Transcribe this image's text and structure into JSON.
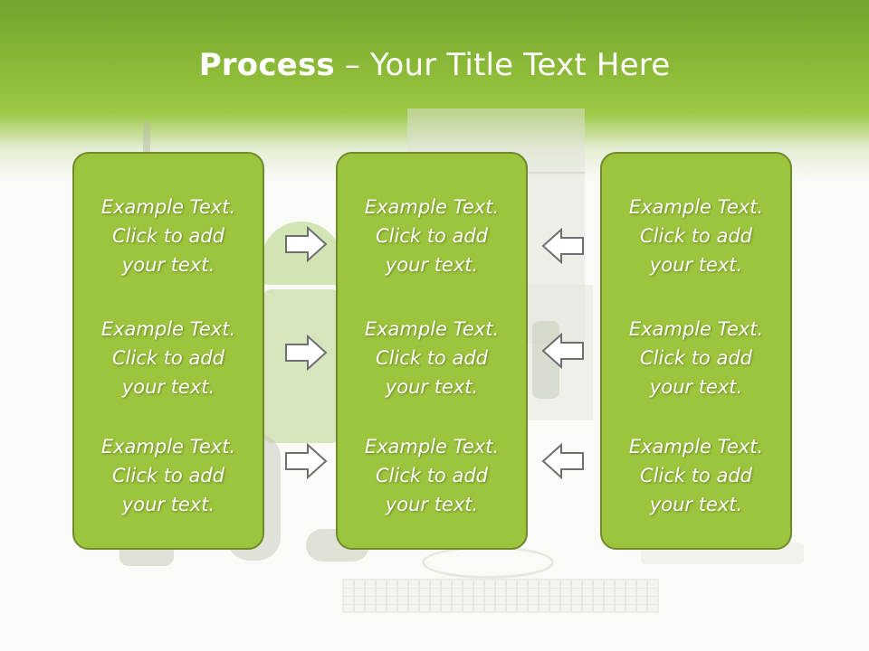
{
  "slide": {
    "title_bold": "Process",
    "title_rest": " – Your Title Text Here"
  },
  "columns": [
    {
      "items": [
        {
          "l1": "Example Text.",
          "l2": "Click  to add",
          "l3": "your text."
        },
        {
          "l1": "Example Text.",
          "l2": "Click  to add",
          "l3": "your text."
        },
        {
          "l1": "Example Text.",
          "l2": "Click  to add",
          "l3": "your text."
        }
      ]
    },
    {
      "items": [
        {
          "l1": "Example Text.",
          "l2": "Click  to add",
          "l3": "your text."
        },
        {
          "l1": "Example Text.",
          "l2": "Click  to add",
          "l3": "your text."
        },
        {
          "l1": "Example Text.",
          "l2": "Click  to add",
          "l3": "your text."
        }
      ]
    },
    {
      "items": [
        {
          "l1": "Example Text.",
          "l2": "Click  to add",
          "l3": "your text."
        },
        {
          "l1": "Example Text.",
          "l2": "Click  to add",
          "l3": "your text."
        },
        {
          "l1": "Example Text.",
          "l2": "Click  to add",
          "l3": "your text."
        }
      ]
    }
  ],
  "arrows": {
    "left_group": [
      "arrow-right-icon",
      "arrow-right-icon",
      "arrow-right-icon"
    ],
    "right_group": [
      "arrow-left-icon",
      "arrow-left-icon",
      "arrow-left-icon"
    ]
  },
  "colors": {
    "header_green": "#8dbb38",
    "box_fill": "#9cc43c",
    "box_border": "#6e8a2d",
    "text": "#ffffff"
  }
}
